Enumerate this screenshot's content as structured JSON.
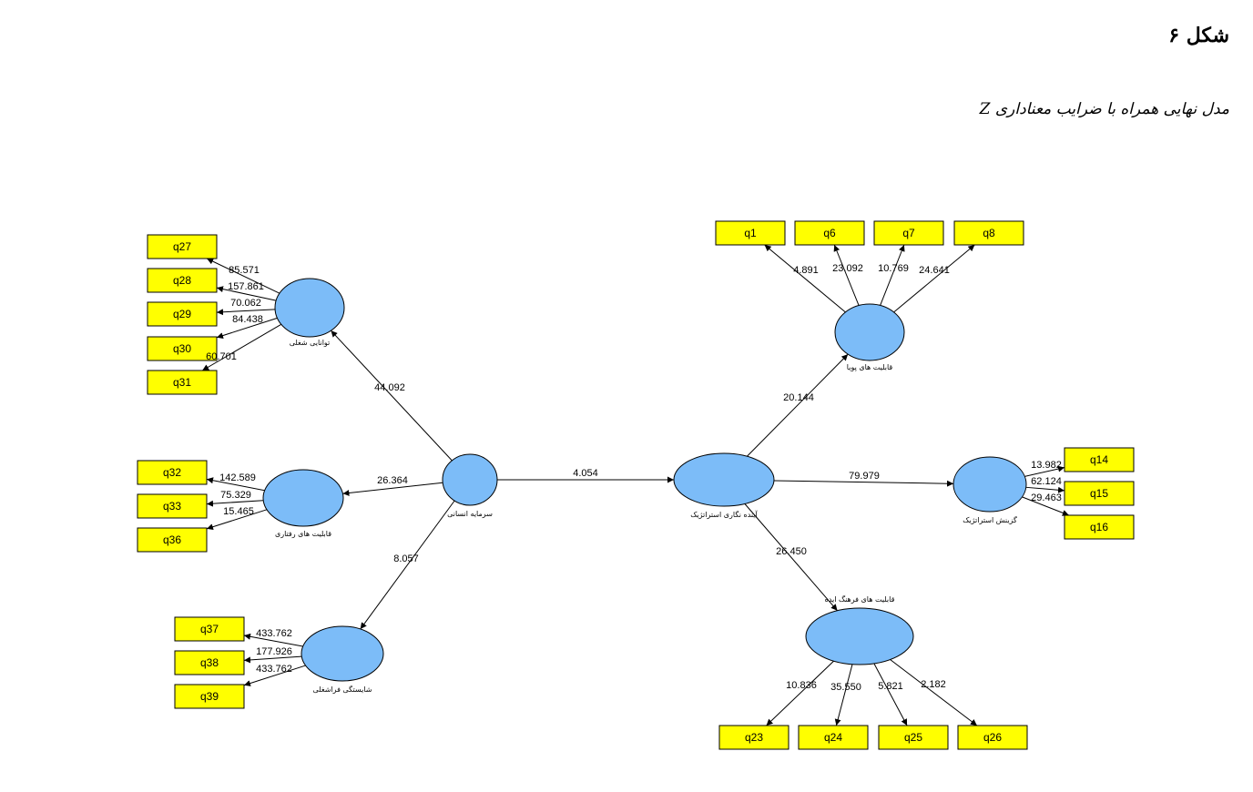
{
  "figure": {
    "title": "شکل ۶",
    "caption": "مدل نهایی همراه با ضرایب معناداری Z"
  },
  "colors": {
    "indicator": "#ffff00",
    "latent": "#7cbcf8",
    "line": "#000000"
  },
  "latents": {
    "L_hc": "سرمایه انسانی",
    "L_job": "توانایی شغلی",
    "L_beh": "قابلیت های رفتاری",
    "L_meta": "شایستگی فراشغلی",
    "L_fs": "آینده نگاری استراتژیک",
    "L_dyn": "قابلیت های پویا",
    "L_choice": "گزینش استراتژیک",
    "L_cult": "قابلیت های فرهنگ ایده"
  },
  "indicators": {
    "q1": "q1",
    "q6": "q6",
    "q7": "q7",
    "q8": "q8",
    "q14": "q14",
    "q15": "q15",
    "q16": "q16",
    "q23": "q23",
    "q24": "q24",
    "q25": "q25",
    "q26": "q26",
    "q27": "q27",
    "q28": "q28",
    "q29": "q29",
    "q30": "q30",
    "q31": "q31",
    "q32": "q32",
    "q33": "q33",
    "q36": "q36",
    "q37": "q37",
    "q38": "q38",
    "q39": "q39"
  },
  "paths": [
    {
      "from": "L_hc",
      "to": "L_job",
      "value": "44.092"
    },
    {
      "from": "L_hc",
      "to": "L_beh",
      "value": "26.364"
    },
    {
      "from": "L_hc",
      "to": "L_meta",
      "value": "8.057"
    },
    {
      "from": "L_hc",
      "to": "L_fs",
      "value": "4.054"
    },
    {
      "from": "L_fs",
      "to": "L_dyn",
      "value": "20.144"
    },
    {
      "from": "L_fs",
      "to": "L_choice",
      "value": "79.979"
    },
    {
      "from": "L_fs",
      "to": "L_cult",
      "value": "26.450"
    },
    {
      "from": "L_job",
      "to": "q27",
      "value": "85.571"
    },
    {
      "from": "L_job",
      "to": "q28",
      "value": "157.861"
    },
    {
      "from": "L_job",
      "to": "q29",
      "value": "70.062"
    },
    {
      "from": "L_job",
      "to": "q30",
      "value": "84.438"
    },
    {
      "from": "L_job",
      "to": "q31",
      "value": "60.701"
    },
    {
      "from": "L_beh",
      "to": "q32",
      "value": "142.589"
    },
    {
      "from": "L_beh",
      "to": "q33",
      "value": "75.329"
    },
    {
      "from": "L_beh",
      "to": "q36",
      "value": "15.465"
    },
    {
      "from": "L_meta",
      "to": "q37",
      "value": "433.762"
    },
    {
      "from": "L_meta",
      "to": "q38",
      "value": "177.926"
    },
    {
      "from": "L_meta",
      "to": "q39",
      "value": "433.762"
    },
    {
      "from": "L_dyn",
      "to": "q1",
      "value": "4.891"
    },
    {
      "from": "L_dyn",
      "to": "q6",
      "value": "23.092"
    },
    {
      "from": "L_dyn",
      "to": "q7",
      "value": "10.769"
    },
    {
      "from": "L_dyn",
      "to": "q8",
      "value": "24.641"
    },
    {
      "from": "L_choice",
      "to": "q14",
      "value": "13.982"
    },
    {
      "from": "L_choice",
      "to": "q15",
      "value": "62.124"
    },
    {
      "from": "L_choice",
      "to": "q16",
      "value": "29.463"
    },
    {
      "from": "L_cult",
      "to": "q23",
      "value": "10.836"
    },
    {
      "from": "L_cult",
      "to": "q24",
      "value": "35.550"
    },
    {
      "from": "L_cult",
      "to": "q25",
      "value": "5.821"
    },
    {
      "from": "L_cult",
      "to": "q26",
      "value": "2.182"
    }
  ]
}
